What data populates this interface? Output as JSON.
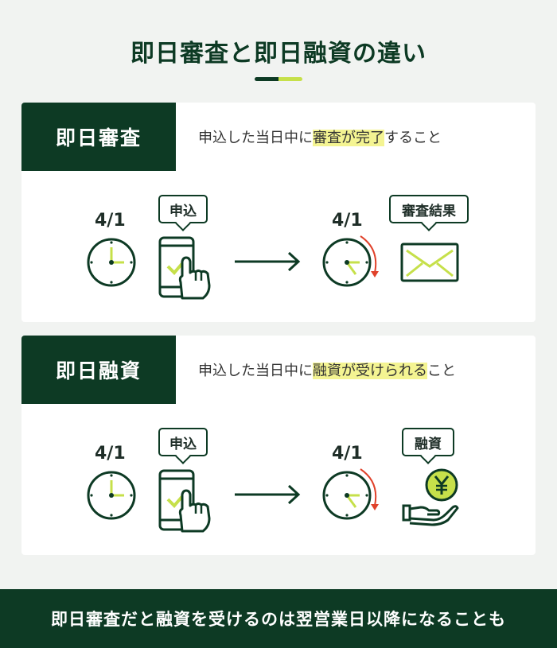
{
  "title": "即日審査と即日融資の違い",
  "cards": [
    {
      "label": "即日審査",
      "desc_pre": "申込した当日中に",
      "desc_hl": "審査が完了",
      "desc_post": "すること",
      "start_date": "4/1",
      "apply_label": "申込",
      "end_date": "4/1",
      "result_label": "審査結果",
      "result_icon": "envelope-icon"
    },
    {
      "label": "即日融資",
      "desc_pre": "申込した当日中に",
      "desc_hl": "融資が受けられる",
      "desc_post": "こと",
      "start_date": "4/1",
      "apply_label": "申込",
      "end_date": "4/1",
      "result_label": "融資",
      "result_icon": "yen-coin-hand-icon"
    }
  ],
  "footer": "即日審査だと融資を受けるのは翌営業日以降になることも",
  "colors": {
    "dark_green": "#0d3a24",
    "lime": "#c6e04a",
    "highlight": "#f4f492",
    "red_arrow": "#e0412a"
  }
}
